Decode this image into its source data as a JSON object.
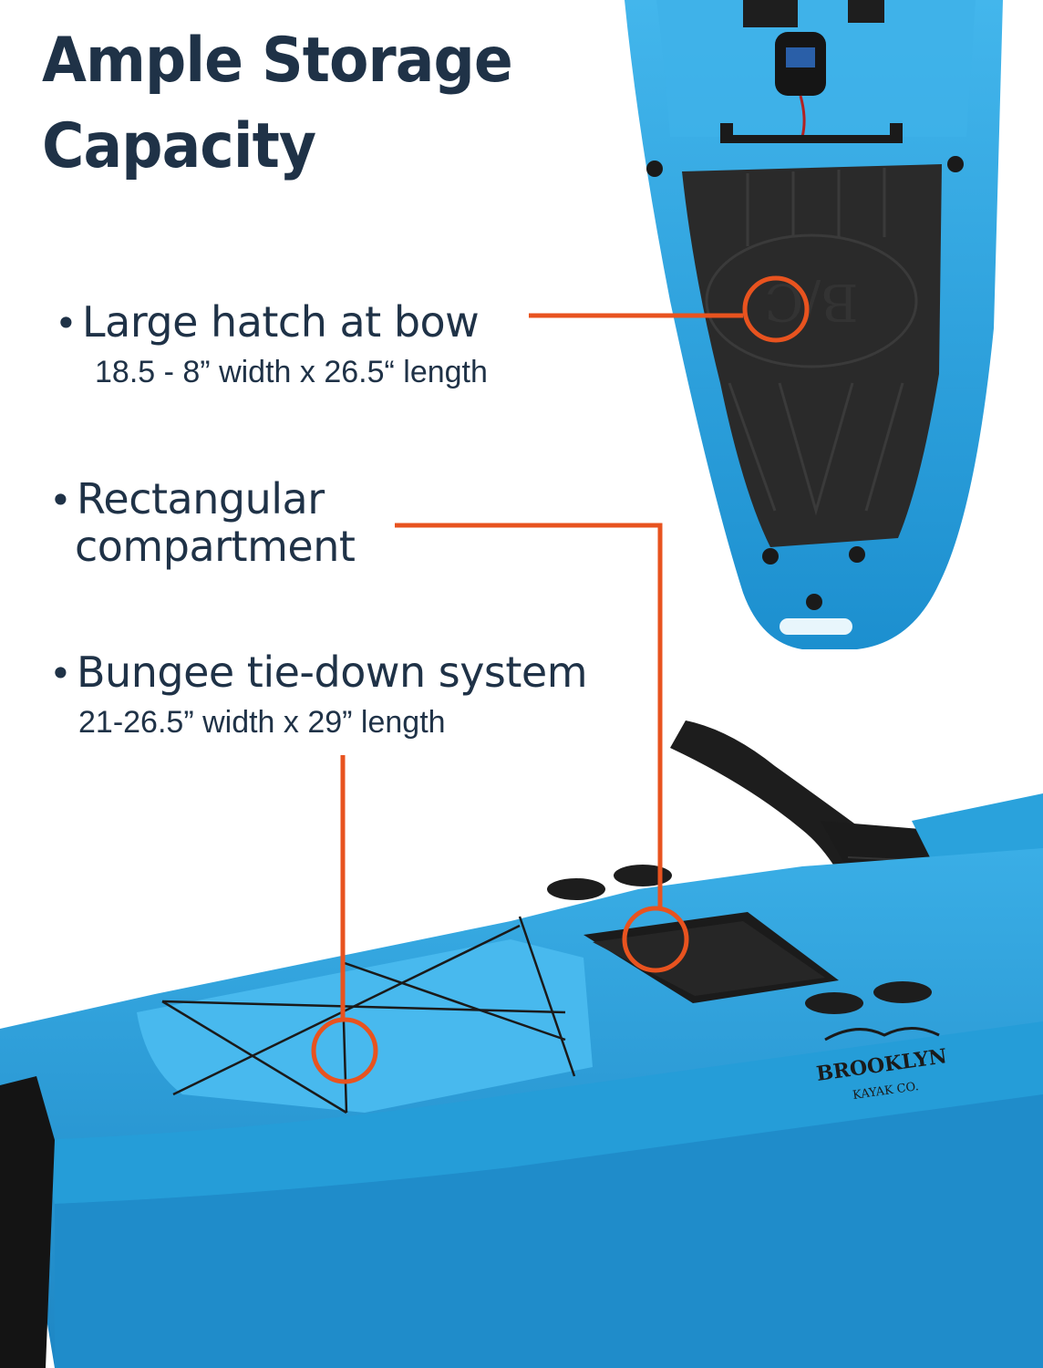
{
  "title": "Ample Storage Capacity",
  "features": [
    {
      "bullet": "•",
      "heading": "Large hatch at bow",
      "detail": "18.5 - 8” width x 26.5“ length"
    },
    {
      "bullet": "•",
      "heading_line1": "Rectangular",
      "heading_line2": "compartment"
    },
    {
      "bullet": "•",
      "heading": "Bungee tie-down system",
      "detail": "21-26.5” width x 29” length"
    }
  ],
  "brand": {
    "name": "BROOKLYN",
    "tagline": "KAYAK CO.",
    "hatch_mark": "B/C"
  },
  "colors": {
    "kayak_blue": "#2ea7e0",
    "callout_orange": "#e8531f",
    "text_navy": "#1f3247",
    "hatch_black": "#2a2a2a"
  }
}
